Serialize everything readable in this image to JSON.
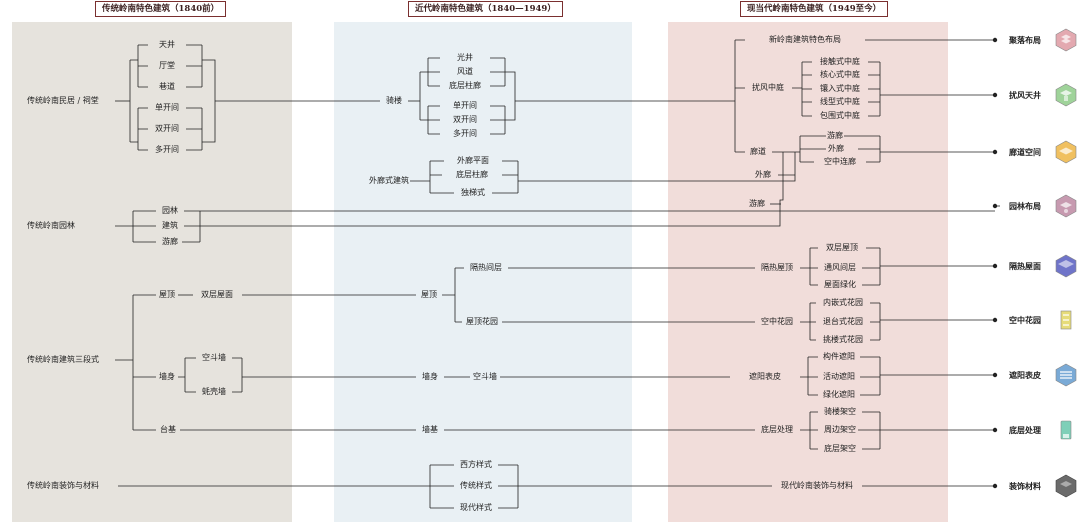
{
  "eras": {
    "traditional": "传统岭南特色建筑（1840前）",
    "modern": "近代岭南特色建筑（1840—1949）",
    "contemporary": "现当代岭南特色建筑（1949至今）"
  },
  "trad": {
    "residence": "传统岭南民居 / 祠堂",
    "tianjing": "天井",
    "tingtang": "厅堂",
    "xiangdao": "巷道",
    "single": "单开间",
    "double": "双开间",
    "multi": "多开间",
    "garden_group": "传统岭南园林",
    "yuanlin": "园林",
    "jianzhu": "建筑",
    "youlang": "游廊",
    "three_section": "传统岭南建筑三段式",
    "roof": "屋顶",
    "double_roof": "双层屋面",
    "wall": "墙身",
    "hollow_wall": "空斗墙",
    "shell_wall": "蚝壳墙",
    "base": "台基",
    "decor": "传统岭南装饰与材料"
  },
  "mod": {
    "qilou": "骑楼",
    "guangjing": "光井",
    "fengdao": "风道",
    "arcade": "底层柱廊",
    "single": "单开间",
    "double": "双开间",
    "multi": "多开间",
    "verandah_building": "外廊式建筑",
    "verandah_plan": "外廊平面",
    "ground_arcade": "底层柱廊",
    "stair": "独梯式",
    "roof": "屋顶",
    "insulation": "隔热间层",
    "roof_garden": "屋顶花园",
    "wall": "墙身",
    "hollow_wall": "空斗墙",
    "base": "墙基",
    "western": "西方样式",
    "traditional": "传统样式",
    "modern": "现代样式"
  },
  "cont": {
    "new_layout": "新岭南建筑特色布局",
    "courtyard": "扰风中庭",
    "c1": "接触式中庭",
    "c2": "核心式中庭",
    "c3": "镶入式中庭",
    "c4": "线型式中庭",
    "c5": "包围式中庭",
    "corridor": "廊道",
    "k1": "游廊",
    "k2": "外廊",
    "k3": "空中连廊",
    "outer_corridor": "外廊",
    "youlang": "游廊",
    "insulation_roof": "隔热屋顶",
    "r1": "双层屋顶",
    "r2": "通风间层",
    "r3": "屋面绿化",
    "sky_garden": "空中花园",
    "g1": "内嵌式花园",
    "g2": "退台式花园",
    "g3": "挑楼式花园",
    "shading": "遮阳表皮",
    "s1": "构件遮阳",
    "s2": "活动遮阳",
    "s3": "绿化遮阳",
    "ground": "底层处理",
    "b1": "骑楼架空",
    "b2": "周边架空",
    "b3": "底层架空",
    "decor": "现代岭南装饰与材料"
  },
  "outputs": [
    {
      "label": "聚落布局",
      "icon": "settlement-icon",
      "color": "#e3a9b0"
    },
    {
      "label": "扰风天井",
      "icon": "courtyard-icon",
      "color": "#9fd39a"
    },
    {
      "label": "廊道空间",
      "icon": "corridor-icon",
      "color": "#f0c060"
    },
    {
      "label": "园林布局",
      "icon": "garden-icon",
      "color": "#c79ab0"
    },
    {
      "label": "隔热屋面",
      "icon": "roof-icon",
      "color": "#6f74c9"
    },
    {
      "label": "空中花园",
      "icon": "sky-garden-icon",
      "color": "#e6dc7a"
    },
    {
      "label": "遮阳表皮",
      "icon": "shading-icon",
      "color": "#7aaad6"
    },
    {
      "label": "底层处理",
      "icon": "ground-icon",
      "color": "#7ecfb8"
    },
    {
      "label": "装饰材料",
      "icon": "decor-icon",
      "color": "#6b6b6b"
    }
  ]
}
